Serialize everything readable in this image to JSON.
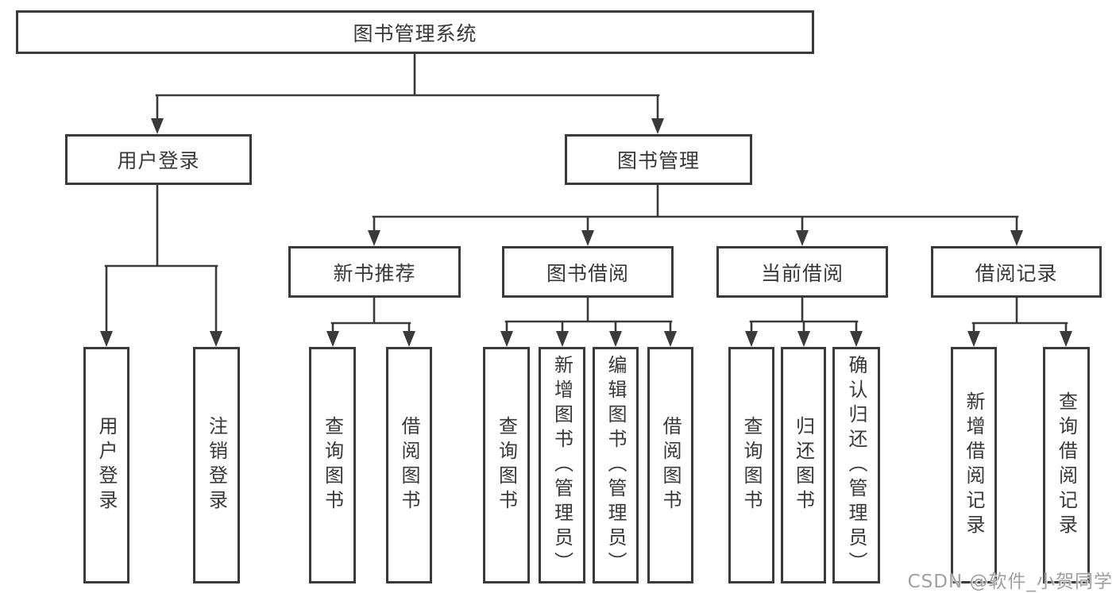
{
  "diagram": {
    "root": "图书管理系统",
    "children": [
      {
        "label": "用户登录",
        "children": [
          {
            "label": "用户登录"
          },
          {
            "label": "注销登录"
          }
        ]
      },
      {
        "label": "图书管理",
        "children": [
          {
            "label": "新书推荐",
            "children": [
              {
                "label": "查询图书"
              },
              {
                "label": "借阅图书"
              }
            ]
          },
          {
            "label": "图书借阅",
            "children": [
              {
                "label": "查询图书"
              },
              {
                "label": "新增图书（管理员）"
              },
              {
                "label": "编辑图书（管理员）"
              },
              {
                "label": "借阅图书"
              }
            ]
          },
          {
            "label": "当前借阅",
            "children": [
              {
                "label": "查询图书"
              },
              {
                "label": "归还图书"
              },
              {
                "label": "确认归还（管理员）"
              }
            ]
          },
          {
            "label": "借阅记录",
            "children": [
              {
                "label": "新增借阅记录"
              },
              {
                "label": "查询借阅记录"
              }
            ]
          }
        ]
      }
    ]
  },
  "watermark": "CSDN @软件_小贺同学",
  "colors": {
    "line": "#3a3a3a",
    "text": "#383838",
    "box_background": "#ffffff",
    "watermark": "#969696",
    "background": "#ffffff"
  }
}
